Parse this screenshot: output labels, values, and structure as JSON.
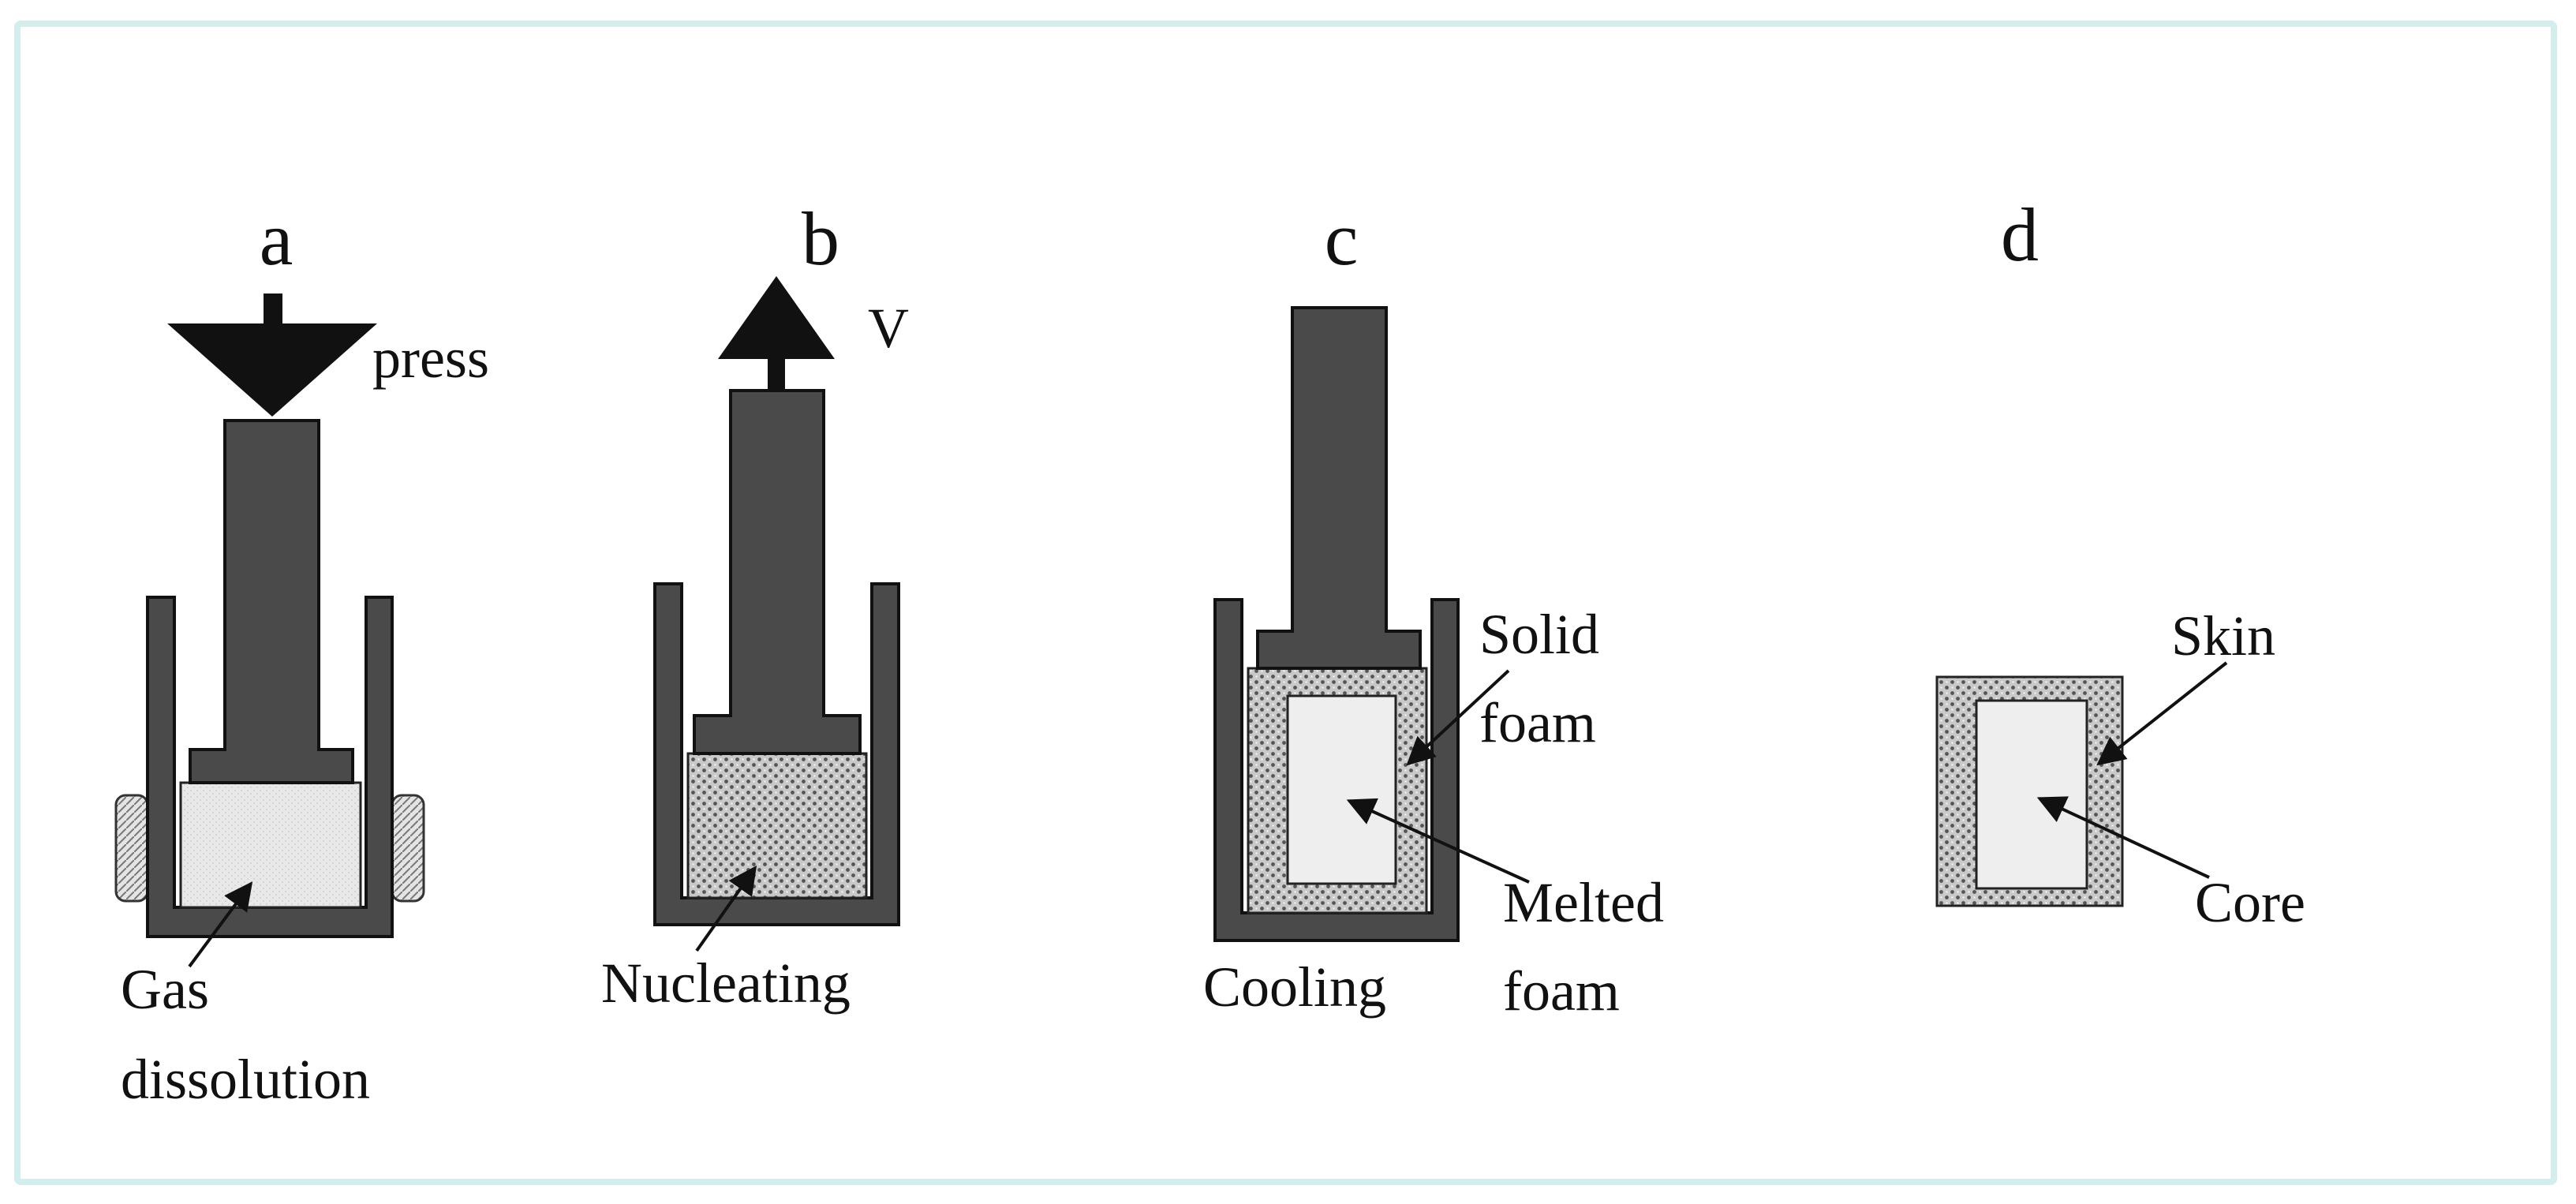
{
  "panels": [
    {
      "letter": "a",
      "action_label": "press",
      "captions": [
        "Gas",
        "dissolution"
      ]
    },
    {
      "letter": "b",
      "action_label": "V",
      "captions": [
        "Nucleating"
      ]
    },
    {
      "letter": "c",
      "captions": [
        "Cooling"
      ],
      "callouts": [
        [
          "Solid",
          "foam"
        ],
        [
          "Melted",
          "foam"
        ]
      ]
    },
    {
      "letter": "d",
      "callouts": [
        [
          "Skin"
        ],
        [
          "Core"
        ]
      ]
    }
  ],
  "colors": {
    "frame_border": "#d4eeee",
    "mold_fill": "#4a4a4a",
    "mold_stroke": "#111111",
    "dissolved_fill": "#e6e6e6",
    "melted_fill": "#eeeeee",
    "foam_fill": "#bdbdbd",
    "heater_fill": "#dddddd"
  }
}
